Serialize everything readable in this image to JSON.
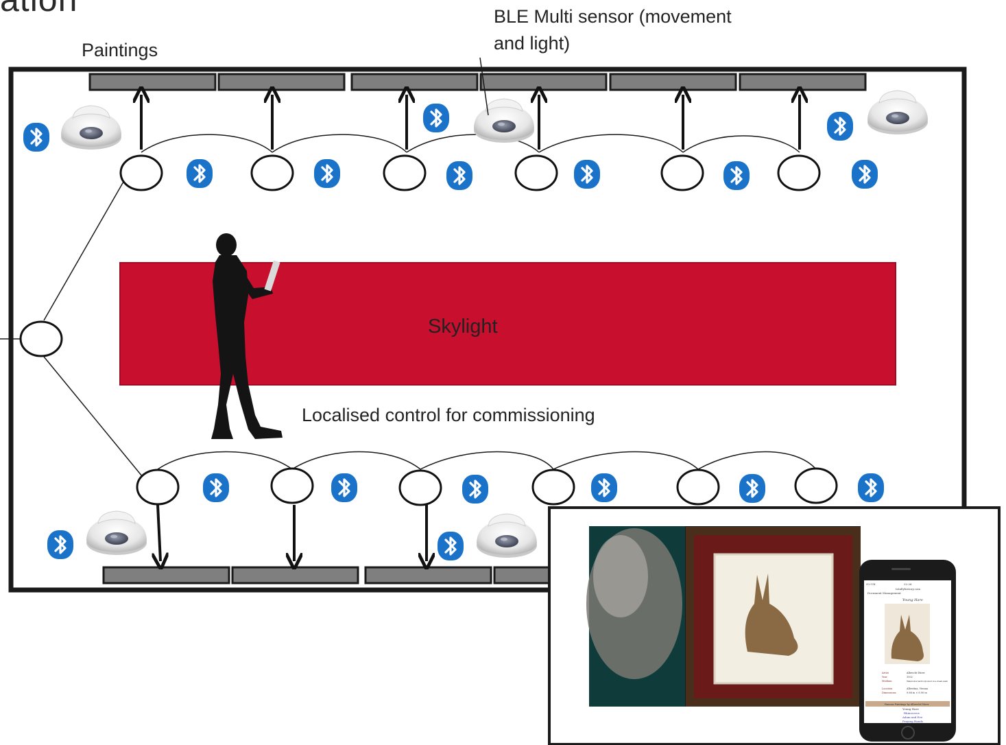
{
  "title_fragment": "ation",
  "labels": {
    "paintings": "Paintings",
    "sensor": "BLE Multi sensor (movement and light)",
    "sensor_line1": "BLE Multi sensor (movement",
    "sensor_line2": "and light)",
    "skylight": "Skylight",
    "localised": "Localised control for commissioning"
  },
  "icons": {
    "bluetooth": "bluetooth-icon",
    "sensor": "ceiling-multi-sensor-icon",
    "person": "person-with-tablet-silhouette",
    "phone": "smartphone-icon"
  },
  "colors": {
    "skylight_fill": "#c8102e",
    "bluetooth_blue": "#1a73c9",
    "painting_grey": "#7f7f7f",
    "wall": "#1a1a1a"
  },
  "phone": {
    "status": "O2-UK",
    "time": "22:26",
    "url": "totallyhistory.com",
    "header": "Document Management",
    "painting_title": "Young Hare",
    "fields": [
      {
        "k": "Artist",
        "v": "Albrecht Dürer"
      },
      {
        "k": "Year",
        "v": "1502"
      },
      {
        "k": "Medium",
        "v": "Watercolour and bodycolour on a cream wash"
      },
      {
        "k": "Location",
        "v": "Albertina, Vienna"
      },
      {
        "k": "Dimensions",
        "v": "9.88 in × 8.90 in"
      }
    ],
    "famous_header": "Famous Paintings by Albrecht Dürer",
    "famous_list": [
      "Young Hare",
      "Rhinoceros",
      "Adam and Eve",
      "Praying Hands"
    ]
  }
}
